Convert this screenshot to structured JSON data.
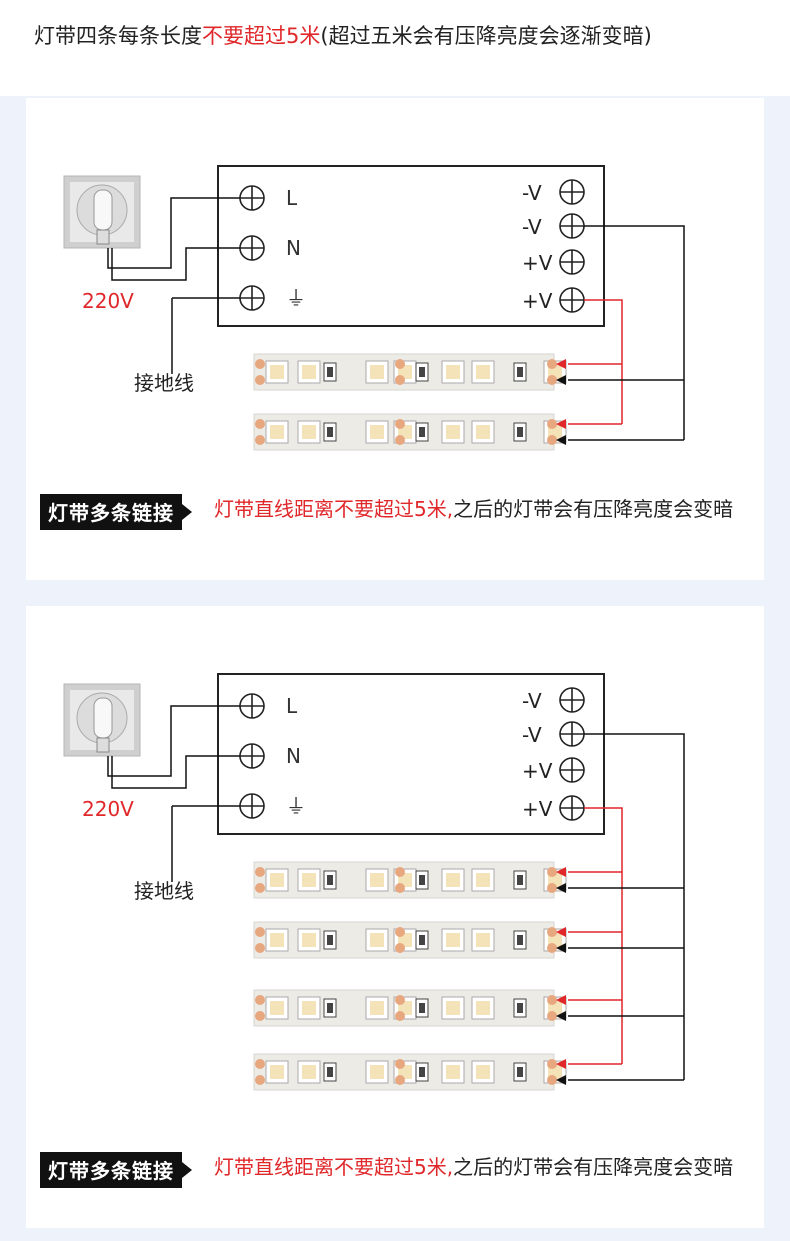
{
  "header": {
    "prefix": "灯带四条每条长度",
    "highlight": "不要超过5米",
    "suffix": "(超过五米会有压降亮度会逐渐变暗)"
  },
  "colors": {
    "accent_red": "#e0272a",
    "wire": "#111111",
    "strip": "#ecebe6",
    "led": "#f4e2b8"
  },
  "panels": [
    {
      "voltage_label": "220V",
      "ground_label": "接地线",
      "strip_count": 2,
      "terminals_left": [
        "L",
        "N",
        "⏚"
      ],
      "terminals_right": [
        "-V",
        "-V",
        "+V",
        "+V"
      ],
      "badge": "灯带多条链接",
      "note_red": "灯带直线距离不要超过5米,",
      "note_rest": "之后的灯带会有压降亮度会变暗"
    },
    {
      "voltage_label": "220V",
      "ground_label": "接地线",
      "strip_count": 4,
      "terminals_left": [
        "L",
        "N",
        "⏚"
      ],
      "terminals_right": [
        "-V",
        "-V",
        "+V",
        "+V"
      ],
      "badge": "灯带多条链接",
      "note_red": "灯带直线距离不要超过5米,",
      "note_rest": "之后的灯带会有压降亮度会变暗"
    }
  ]
}
